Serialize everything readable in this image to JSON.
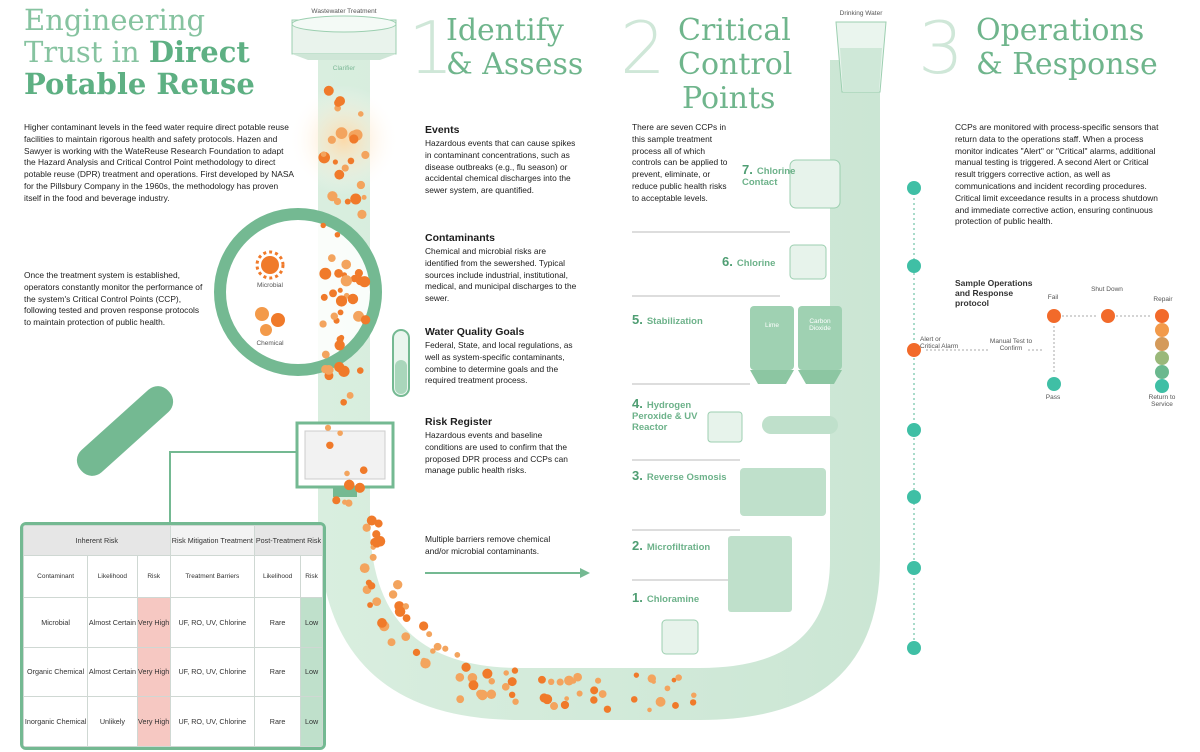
{
  "title": {
    "line1": "Engineering",
    "line2_a": "Trust in ",
    "line2_b": "Direct",
    "line3": "Potable Reuse"
  },
  "intro": {
    "p1": "Higher contaminant levels in the feed water require direct potable reuse facilities to maintain rigorous health and safety protocols. Hazen and Sawyer is working with the WateReuse Research Foundation to adapt the Hazard Analysis and Critical Control Point methodology to direct potable reuse (DPR) treatment and operations. First developed by NASA for the Pillsbury Company in the 1960s, the methodology has proven itself in the food and beverage industry.",
    "p2": "Once the treatment system is established, operators constantly monitor the performance of the system's Critical Control Points (CCP), following tested and proven response protocols to maintain protection of public health."
  },
  "magnifier": {
    "microbial": "Microbial",
    "chemical": "Chemical"
  },
  "plant_labels": {
    "wastewater": "Wastewater Treatment",
    "drinking": "Drinking Water",
    "clarifier": "Clarifier"
  },
  "step1": {
    "num": "1",
    "title1": "Identify",
    "title2": "& Assess",
    "events_h": "Events",
    "events_t": "Hazardous events that can cause spikes in contaminant concentrations, such as disease outbreaks (e.g., flu season) or accidental chemical discharges into the sewer system, are quantified.",
    "contam_h": "Contaminants",
    "contam_t": "Chemical and microbial risks are identified from the sewershed. Typical sources include industrial, institutional, medical, and municipal discharges to the sewer.",
    "wq_h": "Water Quality Goals",
    "wq_t": "Federal, State, and local regulations, as well as system-specific contaminants, combine to determine goals and the required treatment process.",
    "rr_h": "Risk Register",
    "rr_t": "Hazardous events and baseline conditions are used to confirm that the proposed DPR process and CCPs can manage public health risks.",
    "barriers": "Multiple barriers remove chemical and/or microbial contaminants."
  },
  "step2": {
    "num": "2",
    "title1": "Critical",
    "title2": "Control",
    "title3": "Points",
    "text": "There are seven CCPs in this sample treatment process all of which controls can be applied to prevent, eliminate, or reduce public health risks to acceptable levels.",
    "ccps": [
      {
        "n": "7.",
        "label": "Chlorine Contact"
      },
      {
        "n": "6.",
        "label": "Chlorine"
      },
      {
        "n": "5.",
        "label": "Stabilization"
      },
      {
        "n": "4.",
        "label": "Hydrogen Peroxide & UV Reactor"
      },
      {
        "n": "3.",
        "label": "Reverse Osmosis"
      },
      {
        "n": "2.",
        "label": "Microfiltration"
      },
      {
        "n": "1.",
        "label": "Chloramine"
      }
    ],
    "lime": "Lime",
    "carbon": "Carbon Dioxide"
  },
  "step3": {
    "num": "3",
    "title1": "Operations",
    "title2": "& Response",
    "text": "CCPs are monitored with process-specific sensors that return data to the operations staff. When a process monitor indicates \"Alert\" or \"Critical\" alarms, additional manual testing is triggered. A second Alert or Critical result triggers corrective action, as well as communications and incident recording procedures. Critical limit exceedance results in a process shutdown and immediate corrective action, ensuring continuous protection of public health.",
    "protocol_title": "Sample Operations and Response protocol",
    "alert": "Alert or Critical Alarm",
    "manual": "Manual Test to Confirm",
    "fail": "Fail",
    "shutdown": "Shut Down",
    "repair": "Repair",
    "pass": "Pass",
    "return": "Return to Service"
  },
  "risk_table": {
    "h_inherent": "Inherent Risk",
    "h_mitigation": "Risk Mitigation Treatment",
    "h_post": "Post-Treatment Risk",
    "sub": [
      "Contaminant",
      "Likelihood",
      "Risk",
      "Treatment Barriers",
      "Likelihood",
      "Risk"
    ],
    "rows": [
      [
        "Microbial",
        "Almost Certain",
        "Very High",
        "UF, RO, UV, Chlorine",
        "Rare",
        "Low"
      ],
      [
        "Organic Chemical",
        "Almost Certain",
        "Very High",
        "UF, RO, UV, Chlorine",
        "Rare",
        "Low"
      ],
      [
        "Inorganic Chemical",
        "Unlikely",
        "Very High",
        "UF, RO, UV, Chlorine",
        "Rare",
        "Low"
      ]
    ]
  },
  "colors": {
    "green": "#74b992",
    "pale_green": "#d8ecdf",
    "orange": "#f07a2a",
    "teal": "#3fbfa5",
    "red_cell": "#f6c8c2",
    "green_cell": "#bfe0cb"
  }
}
